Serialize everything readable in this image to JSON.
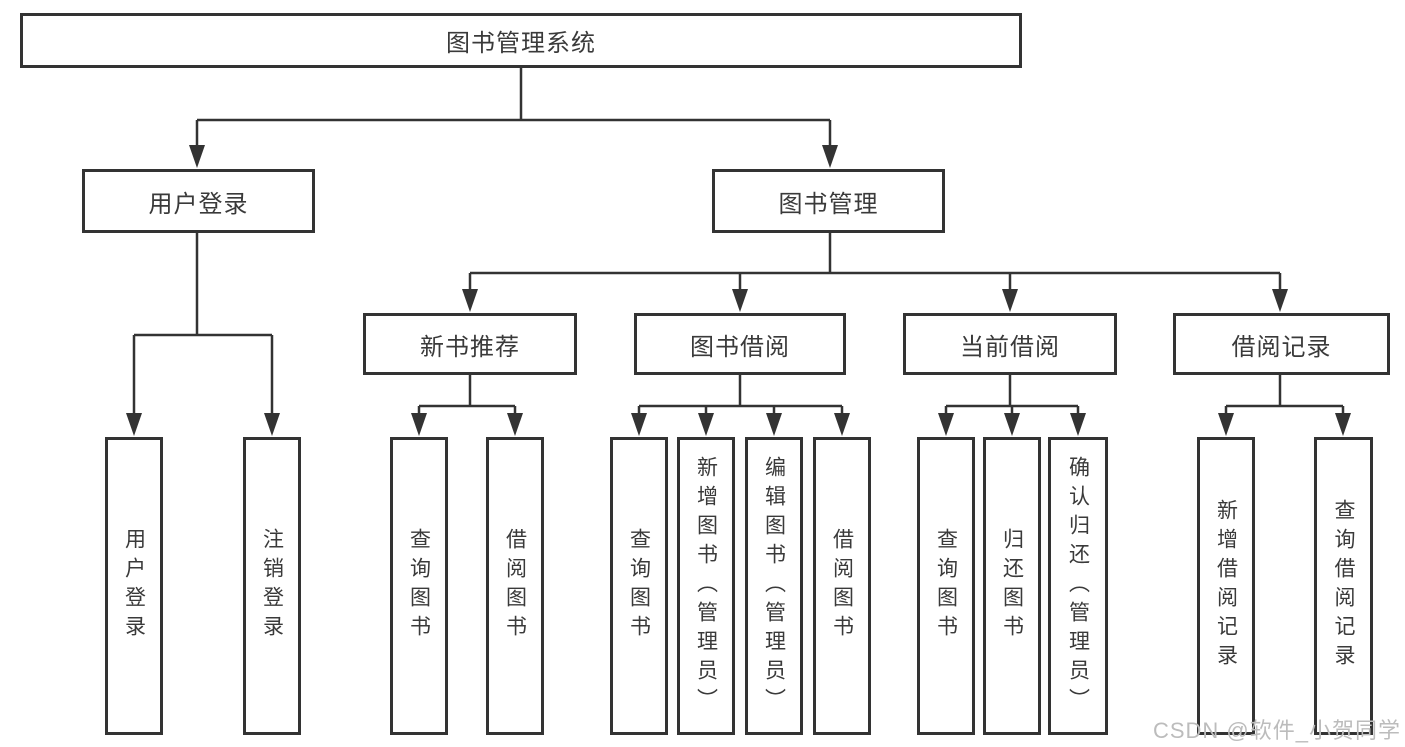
{
  "diagram": {
    "root": {
      "label": "图书管理系统"
    },
    "level2": {
      "user_login": {
        "label": "用户登录"
      },
      "book_management": {
        "label": "图书管理"
      }
    },
    "level3": {
      "new_book_recommend": {
        "label": "新书推荐"
      },
      "book_borrow": {
        "label": "图书借阅"
      },
      "current_borrow": {
        "label": "当前借阅"
      },
      "borrow_records": {
        "label": "借阅记录"
      }
    },
    "leaves": {
      "user_login_leaf": {
        "label": "用户登录"
      },
      "logout": {
        "label": "注销登录"
      },
      "rec_query_books": {
        "label": "查询图书"
      },
      "rec_borrow_books": {
        "label": "借阅图书"
      },
      "bb_query_books": {
        "label": "查询图书"
      },
      "bb_add_books": {
        "label": "新增图书（管理员）"
      },
      "bb_edit_books": {
        "label": "编辑图书（管理员）"
      },
      "bb_borrow_books": {
        "label": "借阅图书"
      },
      "cb_query_books": {
        "label": "查询图书"
      },
      "cb_return_books": {
        "label": "归还图书"
      },
      "cb_confirm_return": {
        "label": "确认归还（管理员）"
      },
      "rr_add_record": {
        "label": "新增借阅记录"
      },
      "rr_query_record": {
        "label": "查询借阅记录"
      }
    }
  },
  "watermark": {
    "text": "CSDN @软件_小贺同学"
  },
  "colors": {
    "line": "#333333",
    "text": "#3a3a3a",
    "watermark": "#bcbcbc",
    "background": "#ffffff"
  }
}
